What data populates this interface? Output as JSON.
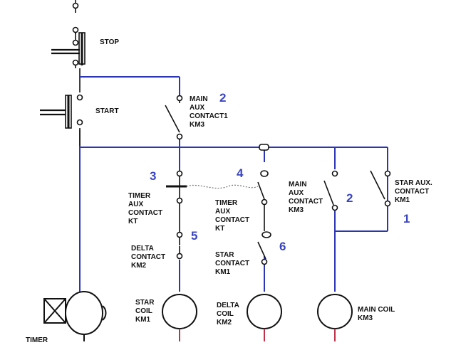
{
  "labels": {
    "stop": "STOP",
    "start": "START",
    "main_aux_km3_top": "MAIN\nAUX\nCONTACT1\nKM3",
    "timer_aux_kt_left": "TIMER\nAUX\nCONTACT\nKT",
    "delta_contact_km2": "DELTA\nCONTACT\nKM2",
    "timer_aux_kt_mid": "TIMER\nAUX\nCONTACT\nKT",
    "star_contact_km1": "STAR\nCONTACT\nKM1",
    "main_aux_km3_right": "MAIN\nAUX\nCONTACT\nKM3",
    "star_aux_km1": "STAR AUX.\nCONTACT\nKM1",
    "star_coil_km1": "STAR\nCOIL\nKM1",
    "delta_coil_km2": "DELTA\nCOIL\nKM2",
    "main_coil_km3": "MAIN COIL\nKM3",
    "timer": "TIMER"
  },
  "numbers": {
    "n2_top": "2",
    "n3": "3",
    "n4": "4",
    "n5": "5",
    "n6": "6",
    "n2_right": "2",
    "n1_right": "1"
  },
  "colors": {
    "wire_blue": "#2b35b5",
    "wire_black": "#111111",
    "number_blue": "#3a45c0",
    "coil_lead_red": "#c0304a"
  }
}
